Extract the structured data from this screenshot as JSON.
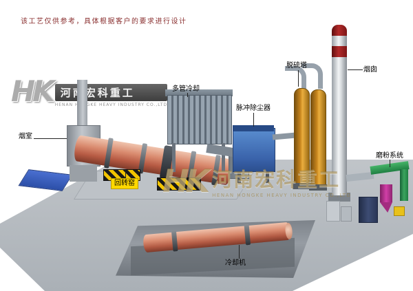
{
  "disclaimer": "该工艺仅供参考，具体根据客户的要求进行设计",
  "logo": {
    "monogram": "HK",
    "name_cn": "河南宏科重工",
    "name_en": "HENAN HONGKE HEAVY INDUSTRY CO.,LTD"
  },
  "watermark": {
    "monogram": "HK",
    "name_cn": "河南宏科重工",
    "name_en": "HENAN HONGKE HEAVY INDUSTRY CO.,LTD"
  },
  "labels": {
    "smoke_chamber": "烟室",
    "rotary_kiln": "回转窑",
    "multi_tube_cooler": "多管冷却",
    "pulse_dust_collector": "脉冲除尘器",
    "desulfurization_tower": "脱硫塔",
    "chimney": "烟囱",
    "grinding_system": "磨粉系统",
    "cooling_machine": "冷却机"
  },
  "colors": {
    "kiln_pink": "#d98a6e",
    "dust_blue": "#3a63ab",
    "tower_orange": "#c8861e",
    "chimney_red": "#b22a2a",
    "hazard_yellow": "#f2c400",
    "label_yellow": "#ffd800",
    "pipe_green": "#1f7f42",
    "cyclone_magenta": "#d13fa7"
  }
}
